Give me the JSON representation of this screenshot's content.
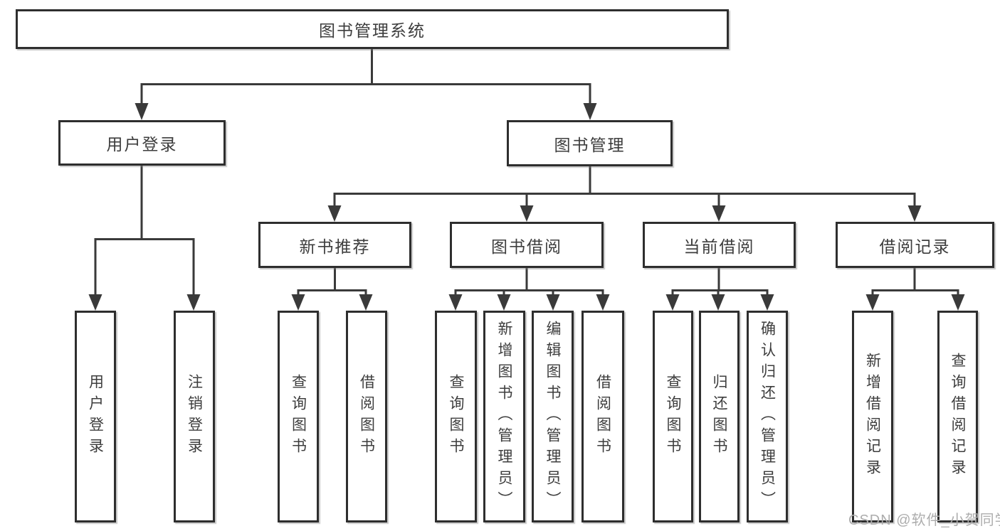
{
  "root": {
    "label": "图书管理系统"
  },
  "level2": [
    {
      "label": "用户登录"
    },
    {
      "label": "图书管理"
    }
  ],
  "level3": [
    {
      "label": "新书推荐"
    },
    {
      "label": "图书借阅"
    },
    {
      "label": "当前借阅"
    },
    {
      "label": "借阅记录"
    }
  ],
  "leaves": [
    {
      "group": "用户登录",
      "label": "用户登录"
    },
    {
      "group": "用户登录",
      "label": "注销登录"
    },
    {
      "group": "新书推荐",
      "label": "查询图书"
    },
    {
      "group": "新书推荐",
      "label": "借阅图书"
    },
    {
      "group": "图书借阅",
      "label": "查询图书"
    },
    {
      "group": "图书借阅",
      "label": "新增图书（管理员）"
    },
    {
      "group": "图书借阅",
      "label": "编辑图书（管理员）"
    },
    {
      "group": "图书借阅",
      "label": "借阅图书"
    },
    {
      "group": "当前借阅",
      "label": "查询图书"
    },
    {
      "group": "当前借阅",
      "label": "归还图书"
    },
    {
      "group": "当前借阅",
      "label": "确认归还（管理员）"
    },
    {
      "group": "借阅记录",
      "label": "新增借阅记录"
    },
    {
      "group": "借阅记录",
      "label": "查询借阅记录"
    }
  ],
  "watermark": {
    "text": "CSDN @软件_小贺同学"
  },
  "colors": {
    "line": "#3a3a3a",
    "text": "#3d3d3d",
    "watermark": "#adadad",
    "node_background": "#ffffff"
  }
}
